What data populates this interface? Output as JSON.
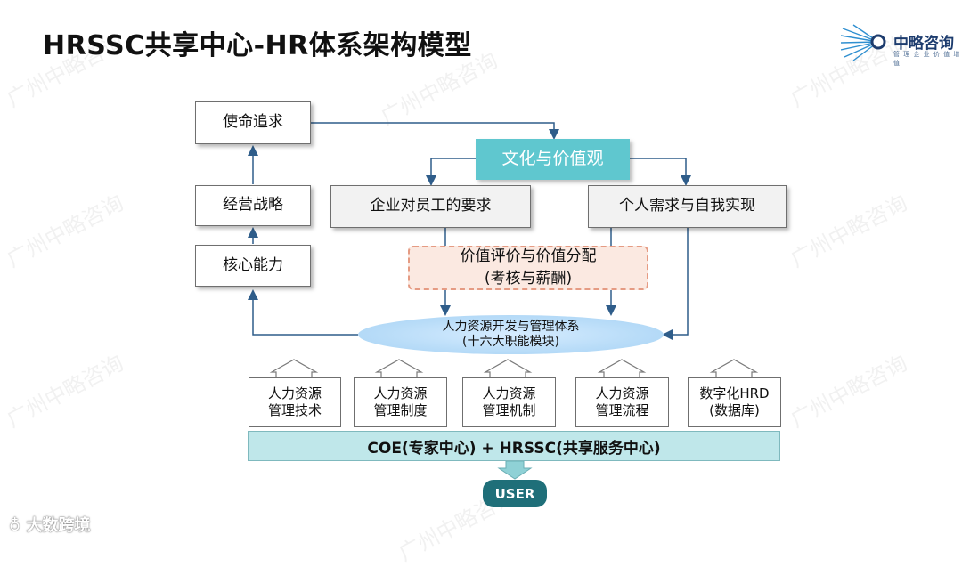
{
  "title": "HRSSC共享中心-HR体系架构模型",
  "logo": {
    "name": "中略咨询",
    "sub": "管 理 企 业 价 值 增 值"
  },
  "watermark": "广州中略咨询",
  "left_chain": {
    "mission": "使命追求",
    "strategy": "经营战略",
    "capability": "核心能力"
  },
  "culture": "文化与价值观",
  "enterprise_req": "企业对员工的要求",
  "personal_need": "个人需求与自我实现",
  "evaluation": {
    "line1": "价值评价与价值分配",
    "line2": "(考核与薪酬)"
  },
  "hr_system": {
    "line1": "人力资源开发与管理体系",
    "line2": "(十六大职能模块)"
  },
  "modules": [
    {
      "line1": "人力资源",
      "line2": "管理技术"
    },
    {
      "line1": "人力资源",
      "line2": "管理制度"
    },
    {
      "line1": "人力资源",
      "line2": "管理机制"
    },
    {
      "line1": "人力资源",
      "line2": "管理流程"
    },
    {
      "line1": "数字化HRD",
      "line2": "(数据库)"
    }
  ],
  "platform": "COE(专家中心) + HRSSC(共享服务中心)",
  "user": "USER",
  "footer": "大数跨境",
  "colors": {
    "teal": "#5fc7cf",
    "arrow": "#2f5d8a",
    "dark_teal": "#1f6f79",
    "platform": "#bfe7ea"
  }
}
